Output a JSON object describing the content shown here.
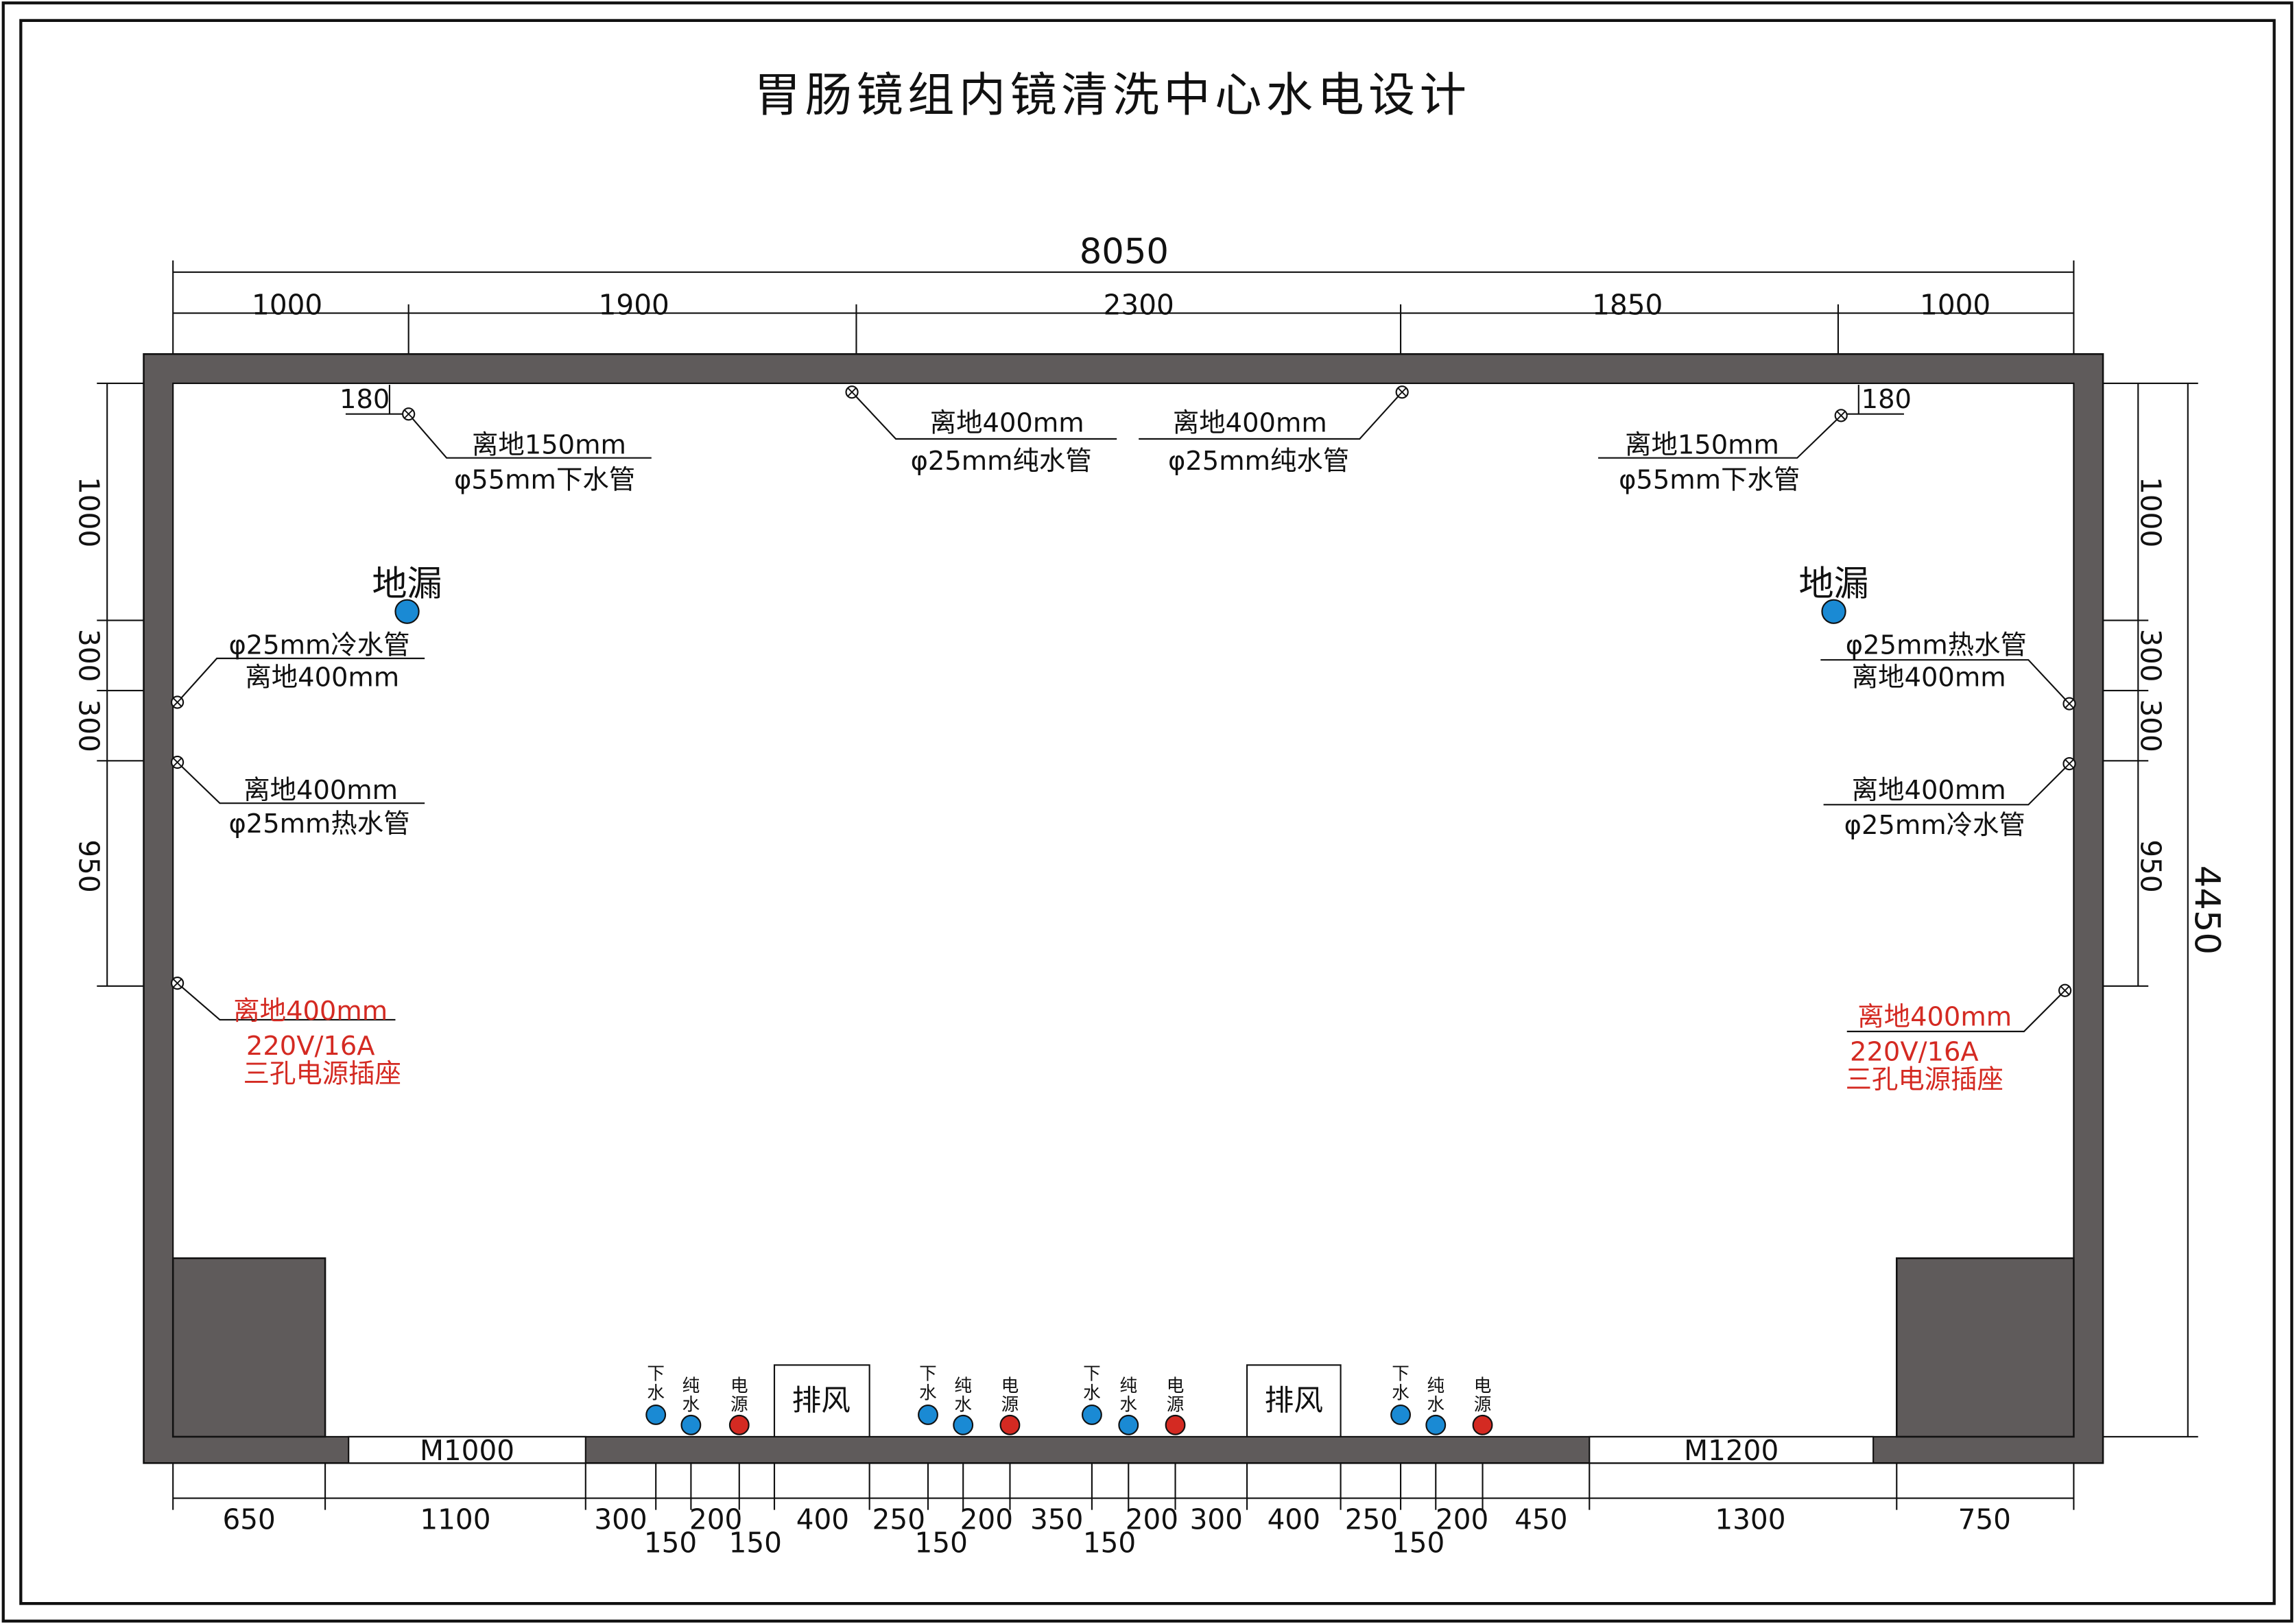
{
  "title": "胃肠镜组内镜清洗中心水电设计",
  "colors": {
    "wall": "#5f5b5b",
    "water": "#1a8ad4",
    "power": "#d42a22",
    "red_text": "#d42a22"
  },
  "dimensions": {
    "total_width": "8050",
    "total_height": "4450",
    "top": [
      "1000",
      "1900",
      "2300",
      "1850",
      "1000"
    ],
    "left": [
      "1000",
      "300",
      "300",
      "950"
    ],
    "right": [
      "1000",
      "300",
      "300",
      "950"
    ],
    "bottom_row1": [
      "650",
      "1100",
      "300",
      "200",
      "400",
      "250",
      "200",
      "350",
      "200",
      "300",
      "400",
      "250",
      "200",
      "450",
      "1300",
      "750"
    ],
    "bottom_row2": [
      "150",
      "150",
      "150",
      "150",
      "150"
    ],
    "offset_left": "180",
    "offset_right": "180"
  },
  "doors": {
    "left": "M1000",
    "right": "M1200"
  },
  "floor_drain_label": "地漏",
  "pipes": {
    "top_left": {
      "height": "离地150mm",
      "spec": "φ55mm下水管"
    },
    "top_center_left": {
      "height": "离地400mm",
      "spec": "φ25mm纯水管"
    },
    "top_center_right": {
      "height": "离地400mm",
      "spec": "φ25mm纯水管"
    },
    "top_right": {
      "height": "离地150mm",
      "spec": "φ55mm下水管"
    },
    "left_cold": {
      "spec": "φ25mm冷水管",
      "height": "离地400mm"
    },
    "left_hot": {
      "height": "离地400mm",
      "spec": "φ25mm热水管"
    },
    "right_hot": {
      "spec": "φ25mm热水管",
      "height": "离地400mm"
    },
    "right_cold": {
      "height": "离地400mm",
      "spec": "φ25mm冷水管"
    }
  },
  "sockets": {
    "left": {
      "height": "离地400mm",
      "rating": "220V/16A",
      "type": "三孔电源插座"
    },
    "right": {
      "height": "离地400mm",
      "rating": "220V/16A",
      "type": "三孔电源插座"
    }
  },
  "fixture_labels": {
    "drain": [
      "下",
      "水"
    ],
    "pure": [
      "纯",
      "水"
    ],
    "power": [
      "电",
      "源"
    ]
  },
  "exhaust_label": "排风"
}
